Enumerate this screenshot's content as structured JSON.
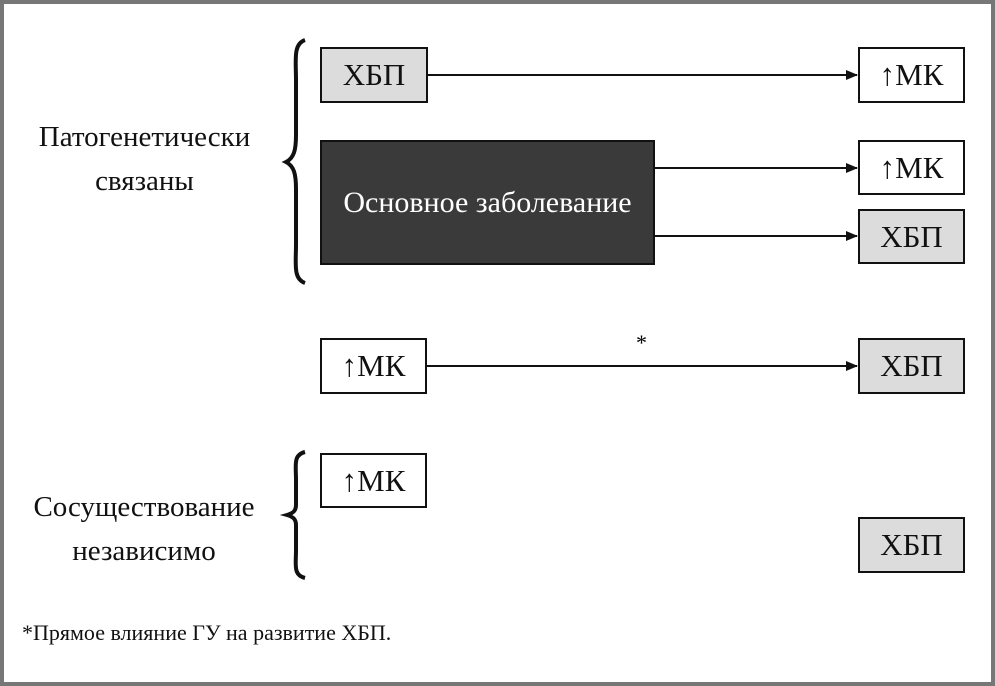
{
  "groups": {
    "linked": {
      "line1": "Патогенетически",
      "line2": "связаны"
    },
    "independent": {
      "line1": "Сосуществование",
      "line2": "независимо"
    }
  },
  "nodes": {
    "ckd": "ХБП",
    "uric": "↑МК",
    "disease": "Основное заболевание"
  },
  "asterisk": "*",
  "footnote": "*Прямое влияние ГУ на развитие ХБП."
}
